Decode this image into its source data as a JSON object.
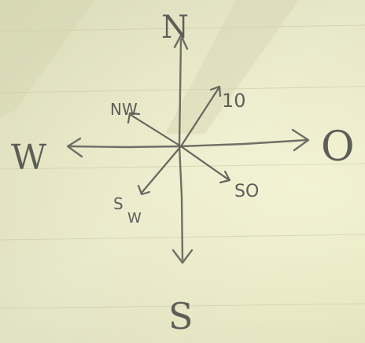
{
  "compass": {
    "north": "N",
    "south": "S",
    "east": "O",
    "west": "W",
    "northwest": "NW",
    "northeast": "10",
    "southwest_top": "S",
    "southwest_bottom": "W",
    "southeast": "SO"
  },
  "colors": {
    "paper": "#e9e9c4",
    "ink": "#66665f"
  }
}
